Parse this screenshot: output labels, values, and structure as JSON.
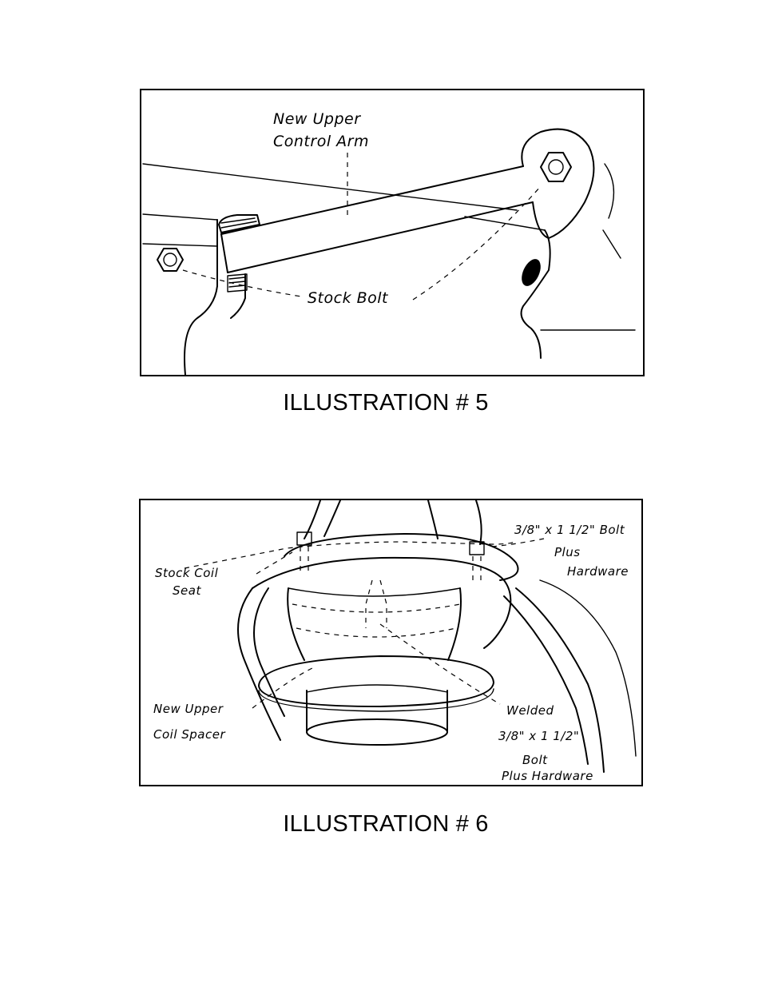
{
  "illustrations": [
    {
      "caption": "ILLUSTRATION # 5",
      "labels": {
        "upper_arm_line1": "New Upper",
        "upper_arm_line2": "Control Arm",
        "stock_bolt": "Stock Bolt"
      }
    },
    {
      "caption": "ILLUSTRATION # 6",
      "labels": {
        "stock_coil_seat_line1": "Stock Coil",
        "stock_coil_seat_line2": "Seat",
        "bolt_top_line1": "3/8\" x 1 1/2\" Bolt",
        "bolt_top_line2": "Plus",
        "bolt_top_line3": "Hardware",
        "spacer_line1": "New Upper",
        "spacer_line2": "Coil Spacer",
        "welded_line1": "Welded",
        "welded_line2": "3/8\" x 1 1/2\"",
        "welded_line3": "Bolt",
        "welded_line4": "Plus Hardware"
      }
    }
  ]
}
